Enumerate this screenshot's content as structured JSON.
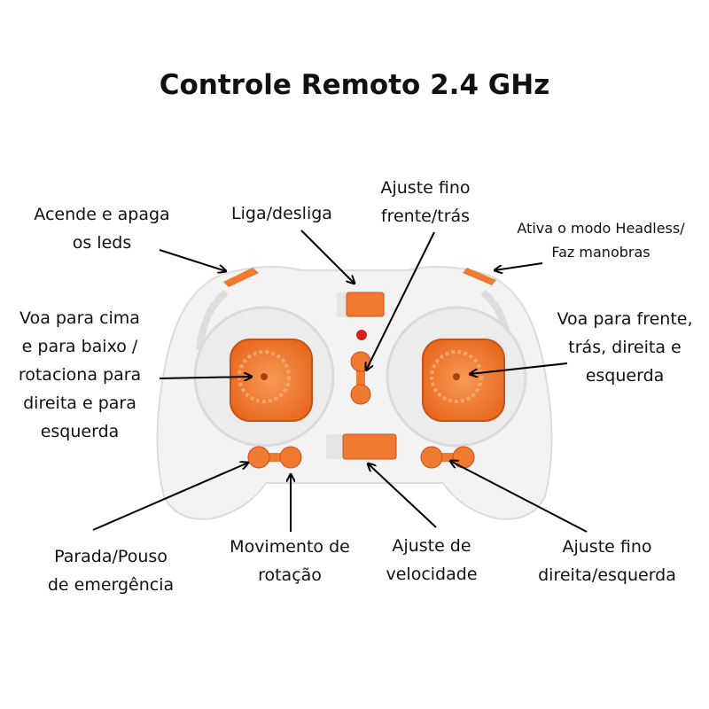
{
  "title": "Controle Remoto 2.4 GHz",
  "labels": {
    "leds": [
      "Acende e apaga",
      "os leds"
    ],
    "power": [
      "Liga/desliga"
    ],
    "trim_fb": [
      "Ajuste fino",
      "frente/trás"
    ],
    "headless": [
      "Ativa o modo Headless/",
      "Faz manobras"
    ],
    "left_stick": [
      "Voa para cima",
      "e para baixo /",
      "rotaciona para",
      "direita e para",
      "esquerda"
    ],
    "right_stick": [
      "Voa para frente,",
      "trás, direita e",
      "esquerda"
    ],
    "emergency": [
      "Parada/Pouso",
      "de emergência"
    ],
    "rotation": [
      "Movimento de",
      "rotação"
    ],
    "speed": [
      "Ajuste de",
      "velocidade"
    ],
    "trim_lr": [
      "Ajuste fino",
      "direita/esquerda"
    ]
  },
  "colors": {
    "accent": "#f07a2e",
    "body": "#f4f4f4",
    "led": "#d62020"
  }
}
